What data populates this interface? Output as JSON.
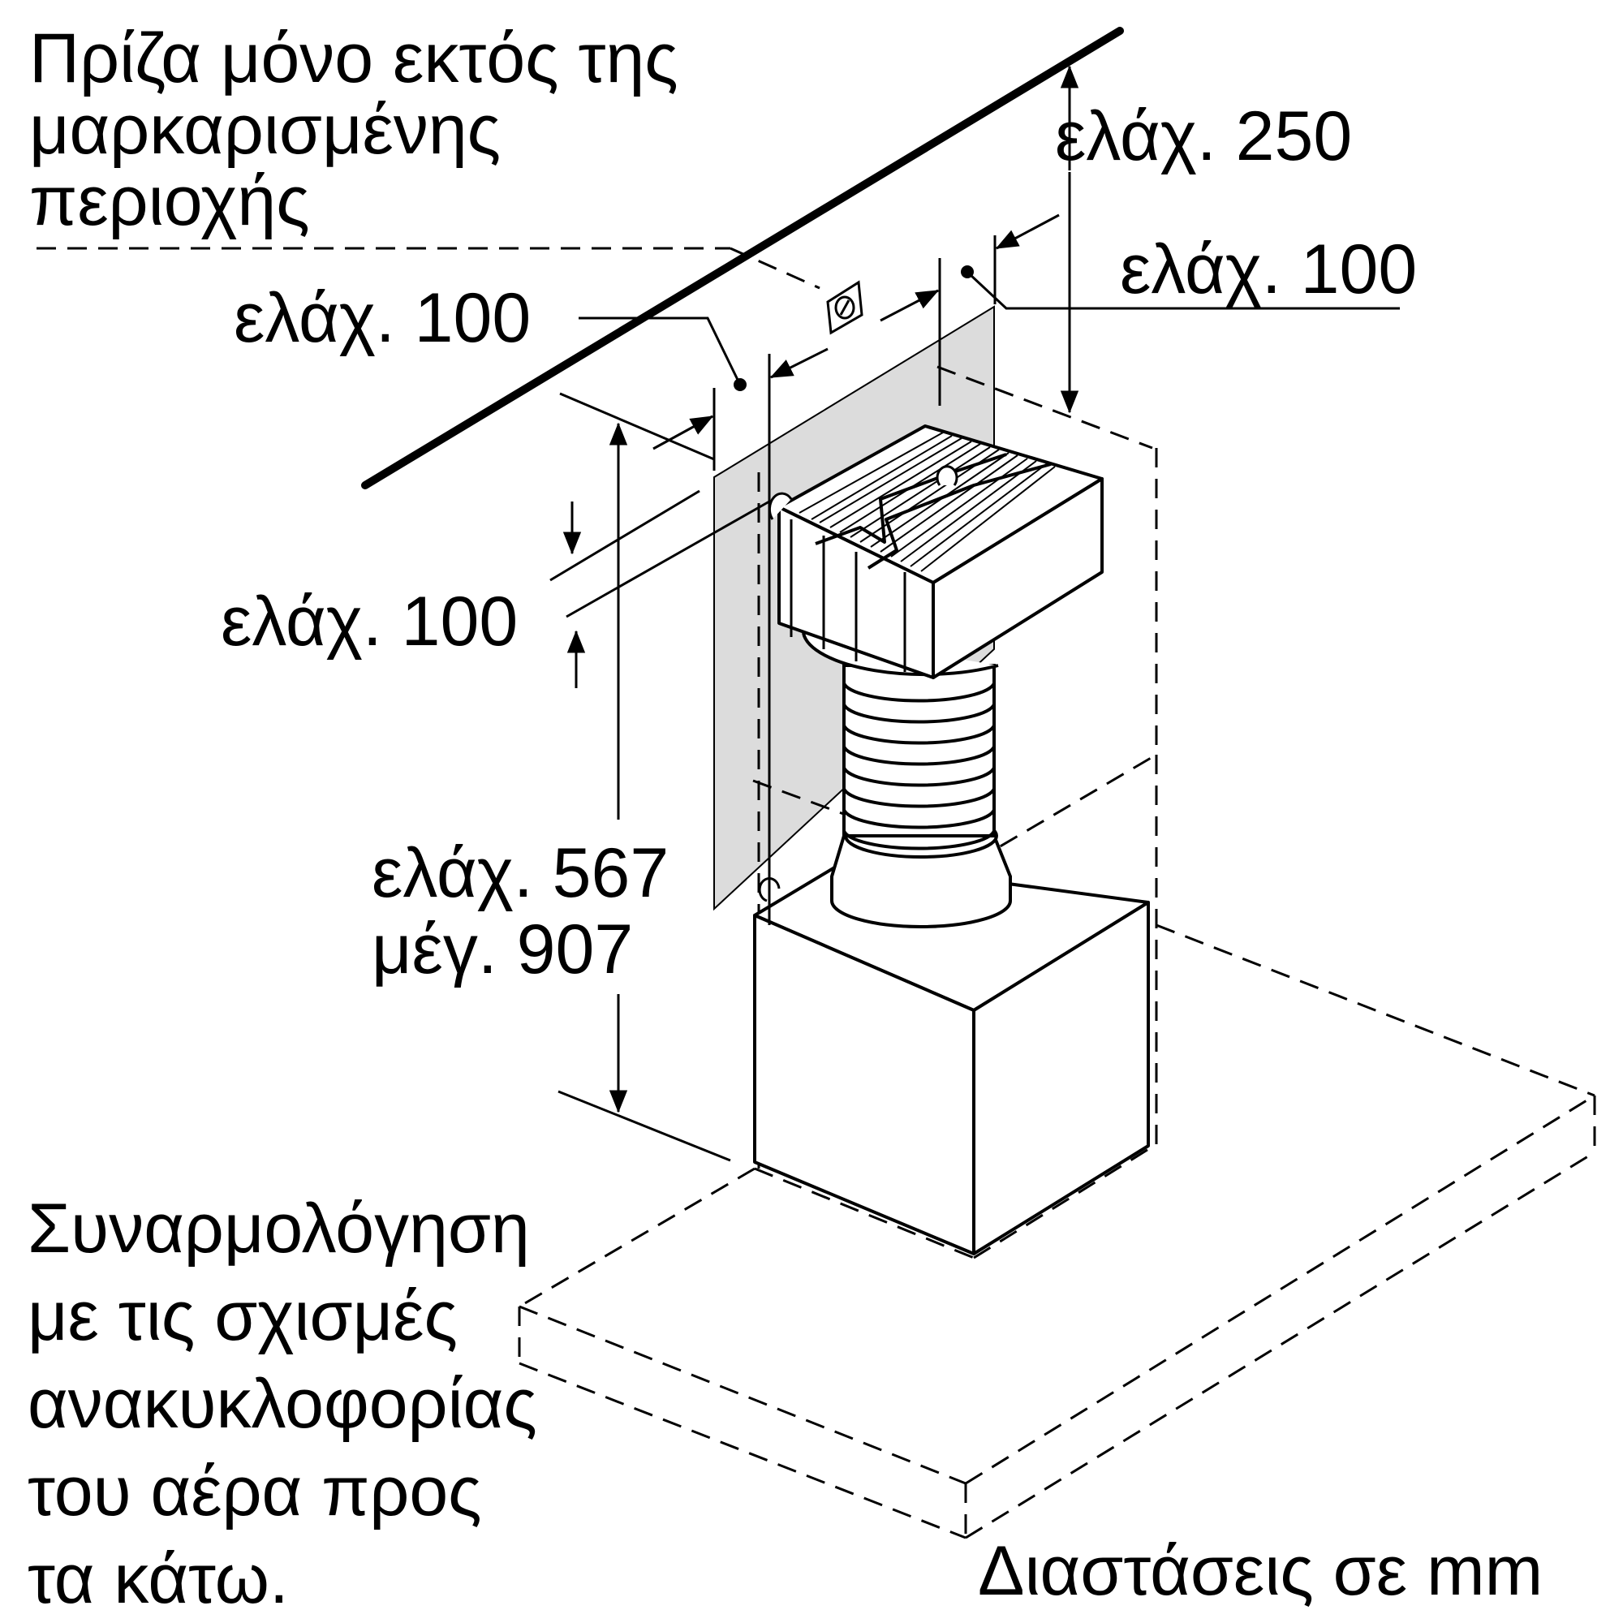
{
  "labels": {
    "socket_note": [
      "Πρίζα μόνο εκτός της",
      "μαρκαρισμένης",
      "περιοχής"
    ],
    "min_top": "ελάχ. 250",
    "min_side_right": "ελάχ. 100",
    "min_side_left": "ελάχ. 100",
    "min_front": "ελάχ. 100",
    "height_min": "ελάχ. 567",
    "height_max": "μέγ. 907",
    "assembly_note": [
      "Συναρμολόγηση",
      "με τις σχισμές",
      "ανακυκλοφορίας",
      "του αέρα προς",
      "τα κάτω."
    ],
    "units_note": "Διαστάσεις σε mm"
  },
  "colors": {
    "line": "#000000",
    "wall_panel": "#dcdcdc",
    "background": "#ffffff"
  }
}
